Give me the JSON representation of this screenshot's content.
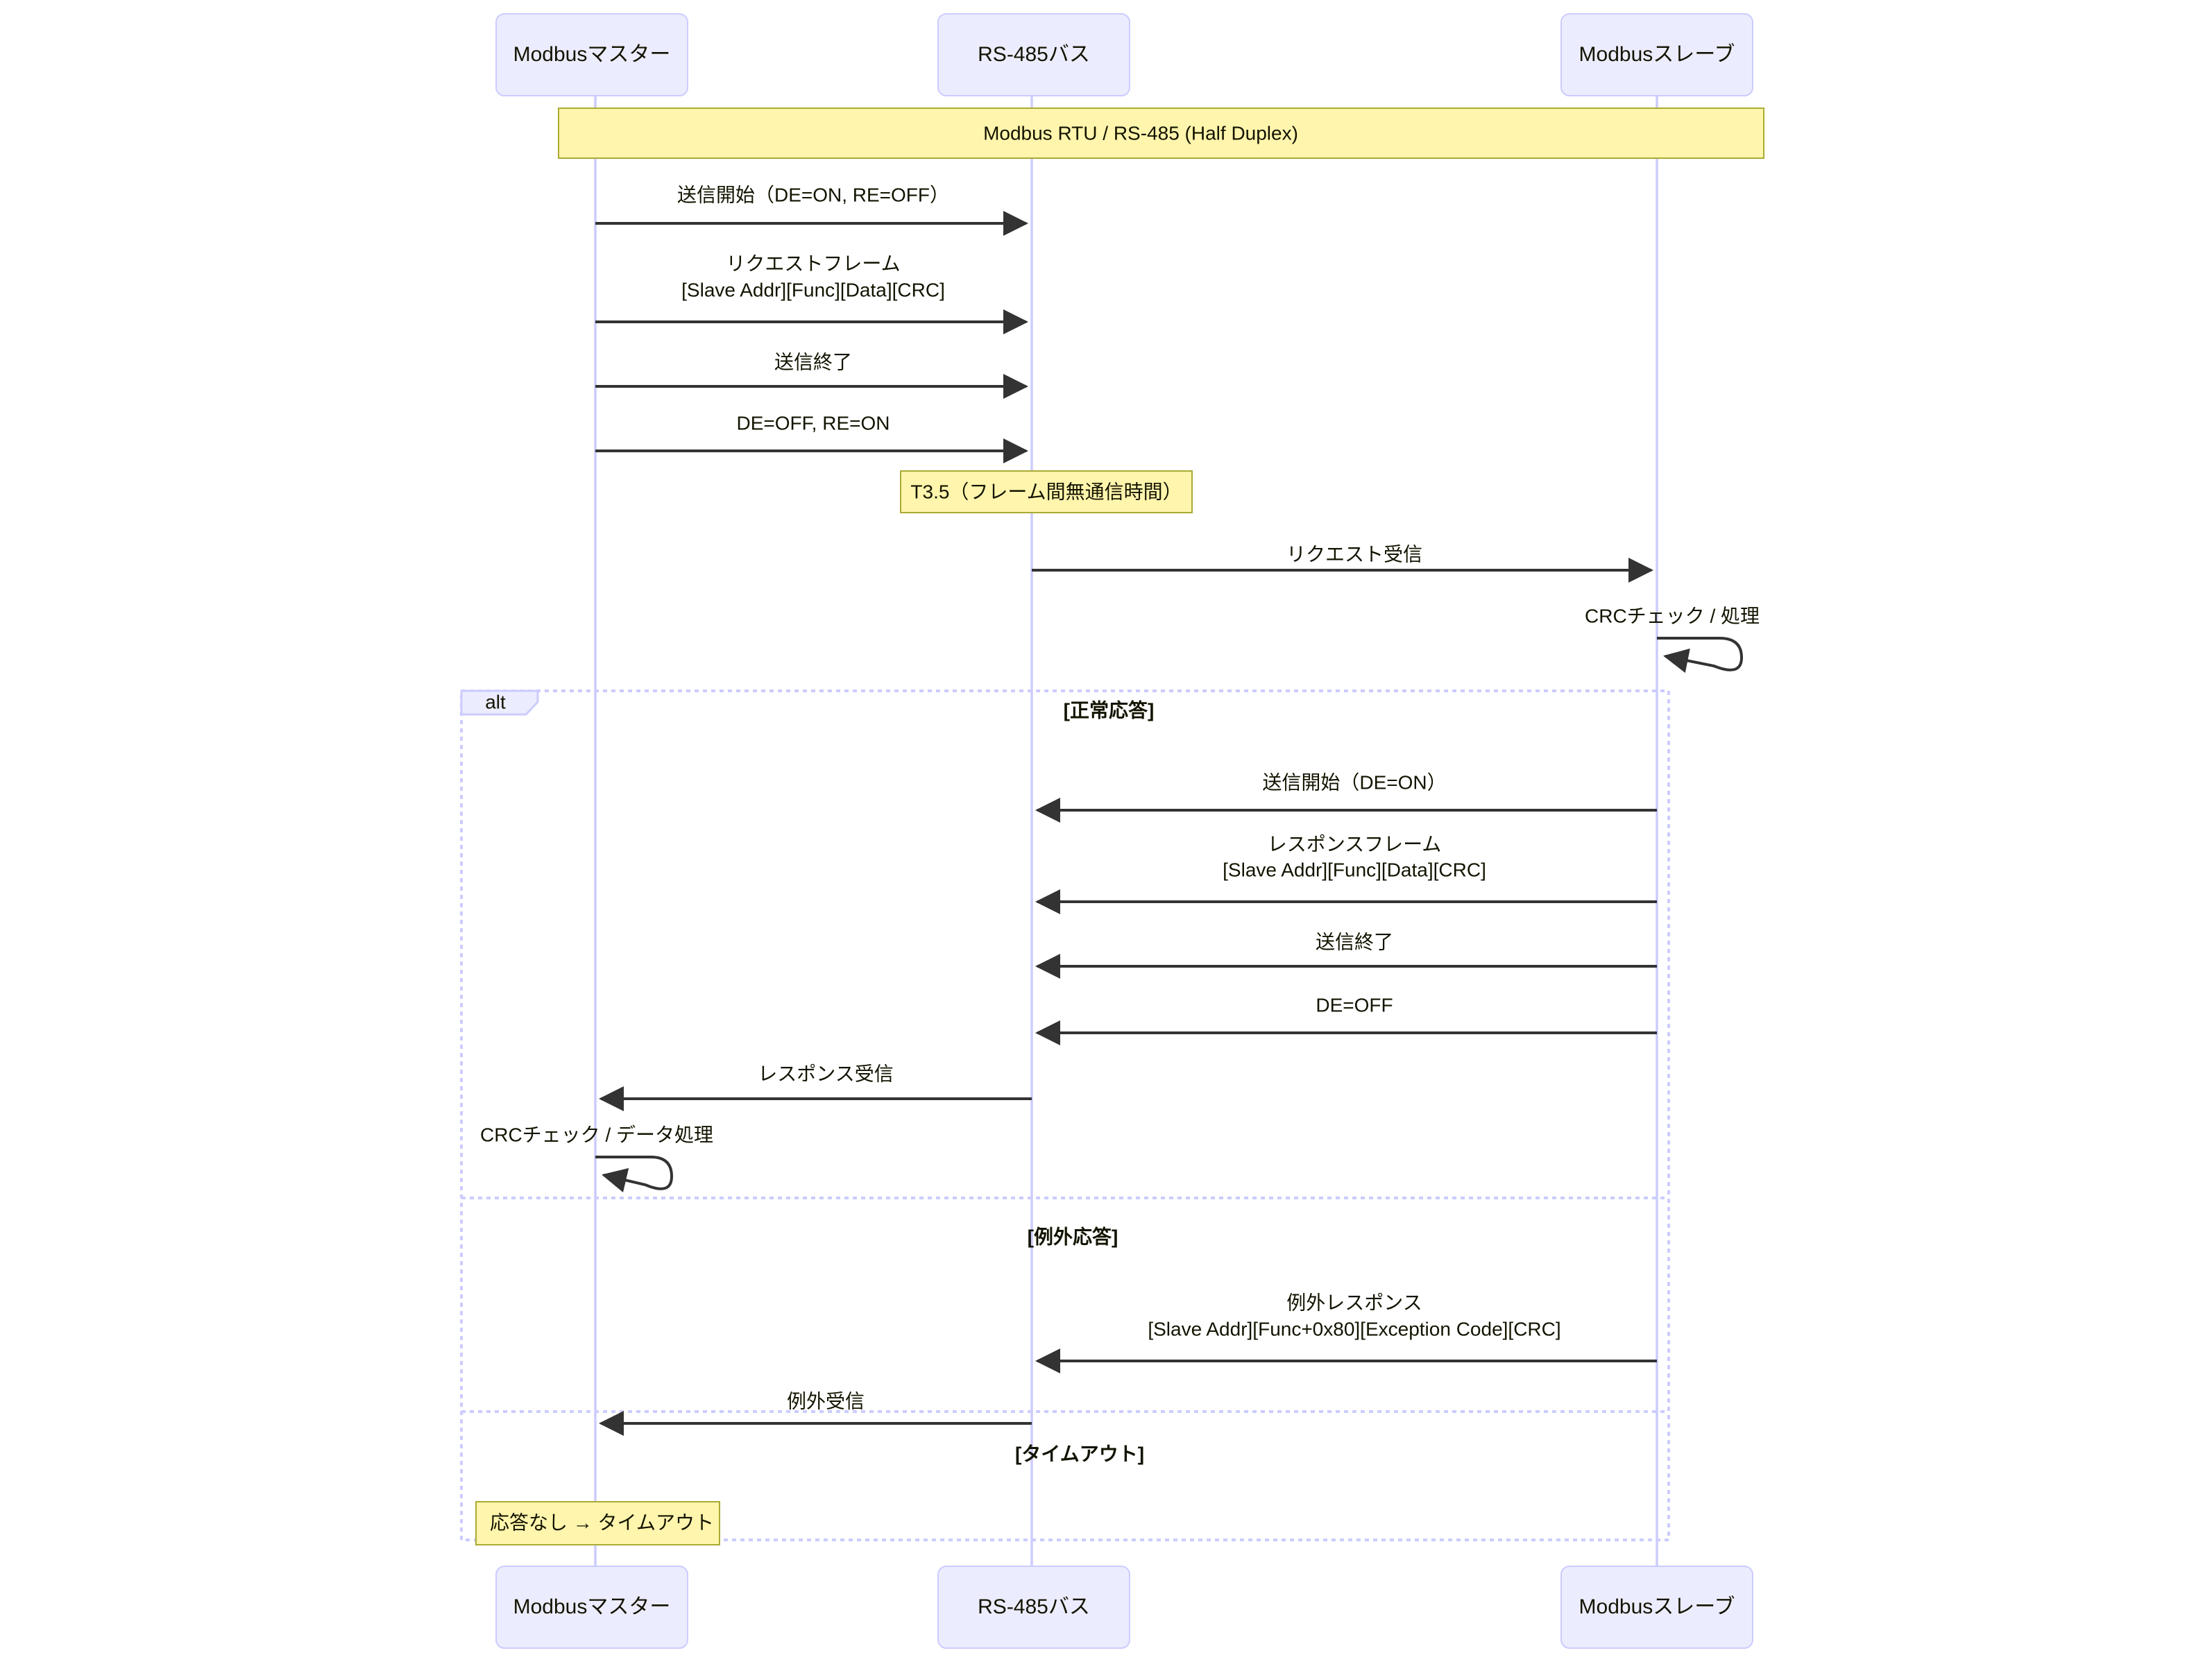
{
  "diagram": {
    "type": "sequence-diagram",
    "title_note": "Modbus RTU / RS-485 (Half Duplex)",
    "colors": {
      "actor_fill": "#ECECFF",
      "actor_stroke": "#CCCCFF",
      "note_fill": "#FFF5AD",
      "note_stroke": "#AAAA33",
      "line": "#333333",
      "frame": "#CCCCFF"
    }
  },
  "participants": [
    {
      "id": "master",
      "label": "Modbusマスター"
    },
    {
      "id": "bus",
      "label": "RS-485バス"
    },
    {
      "id": "slave",
      "label": "Modbusスレーブ"
    }
  ],
  "notes": {
    "protocol_band": "Modbus RTU / RS-485 (Half Duplex)",
    "t35": "T3.5（フレーム間無通信時間）",
    "timeout": "応答なし → タイムアウト"
  },
  "messages": {
    "m1": "送信開始（DE=ON, RE=OFF）",
    "m2_line1": "リクエストフレーム",
    "m2_line2": "[Slave Addr][Func][Data][CRC]",
    "m3": "送信終了",
    "m4": "DE=OFF, RE=ON",
    "m5": "リクエスト受信",
    "m6": "CRCチェック / 処理",
    "m7": "送信開始（DE=ON）",
    "m8_line1": "レスポンスフレーム",
    "m8_line2": "[Slave Addr][Func][Data][CRC]",
    "m9": "送信終了",
    "m10": "DE=OFF",
    "m11": "レスポンス受信",
    "m12": "CRCチェック / データ処理",
    "m13_line1": "例外レスポンス",
    "m13_line2": "[Slave Addr][Func+0x80][Exception Code][CRC]",
    "m14": "例外受信"
  },
  "alt_block": {
    "keyword": "alt",
    "branches": [
      {
        "condition": "[正常応答]"
      },
      {
        "condition": "[例外応答]"
      },
      {
        "condition": "[タイムアウト]"
      }
    ]
  }
}
